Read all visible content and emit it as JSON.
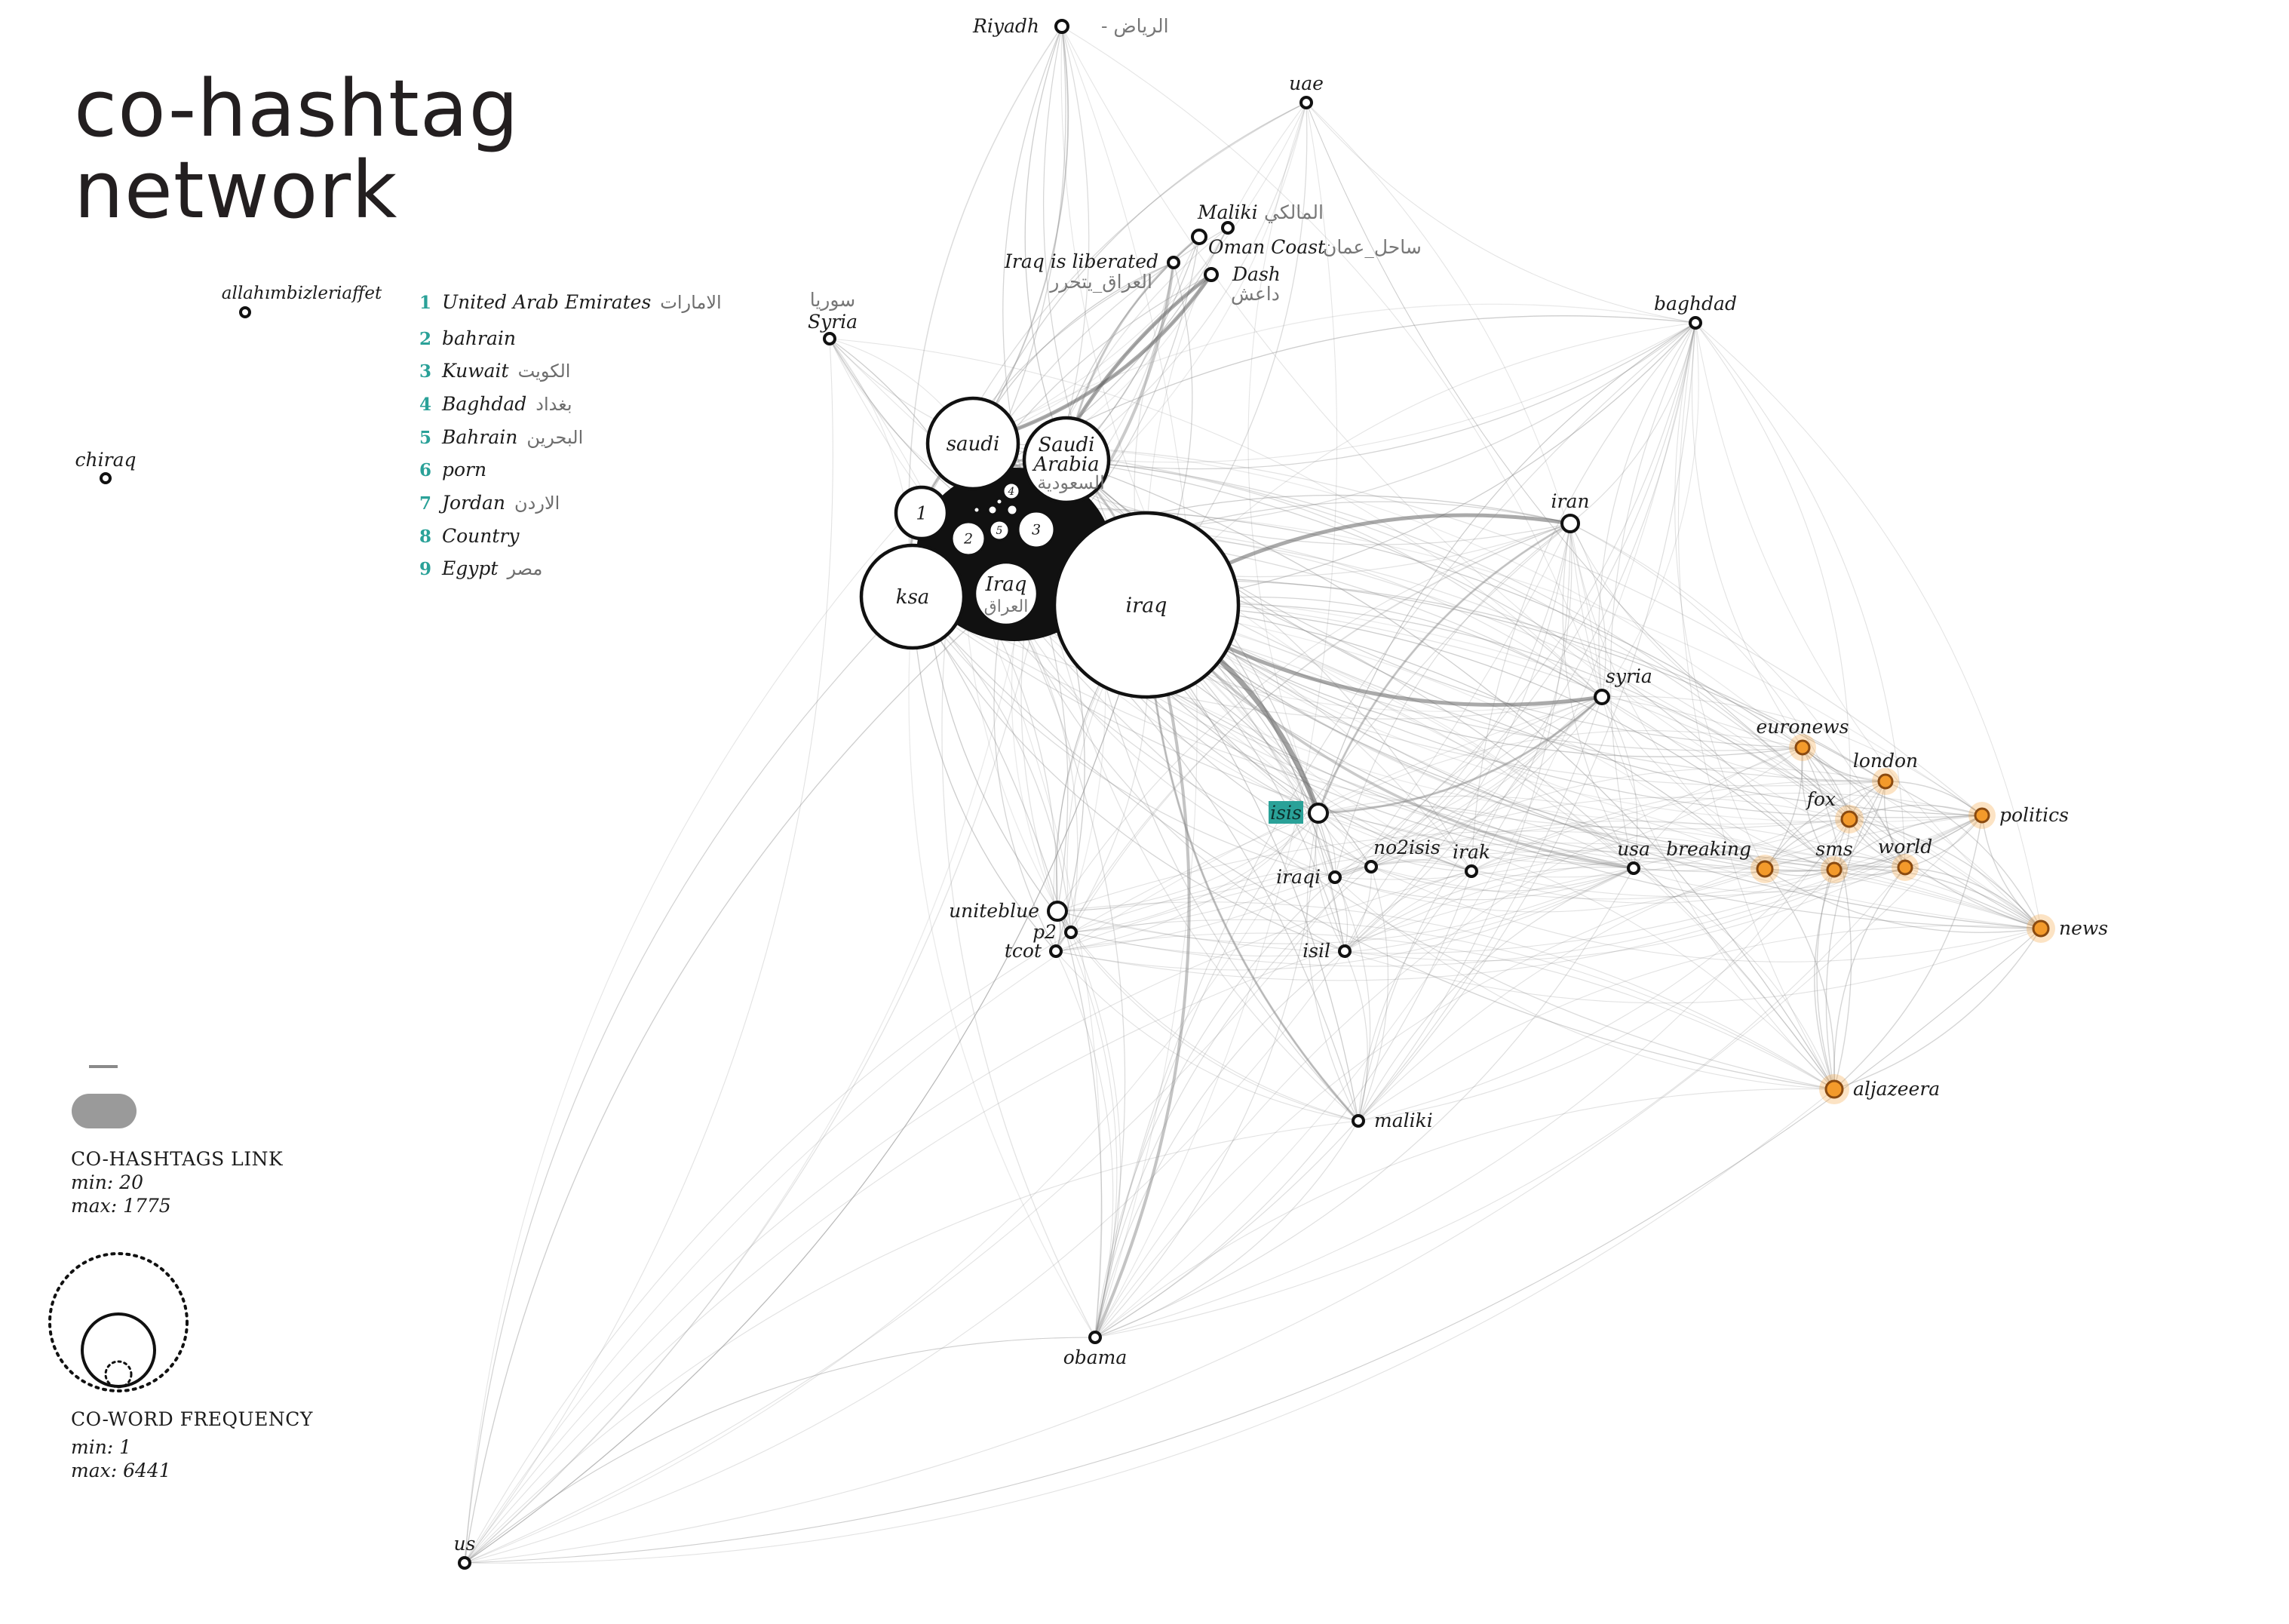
{
  "title": {
    "line1": "co-hashtag",
    "line2": "network"
  },
  "legend_numbers": [
    {
      "num": "1",
      "label": "United Arab Emirates",
      "ar": "الامارات"
    },
    {
      "num": "2",
      "label": "bahrain",
      "ar": ""
    },
    {
      "num": "3",
      "label": "Kuwait",
      "ar": "الكويت"
    },
    {
      "num": "4",
      "label": "Baghdad",
      "ar": "بغداد"
    },
    {
      "num": "5",
      "label": "Bahrain",
      "ar": "البحرين"
    },
    {
      "num": "6",
      "label": "porn",
      "ar": ""
    },
    {
      "num": "7",
      "label": "Jordan",
      "ar": "الاردن"
    },
    {
      "num": "8",
      "label": "Country",
      "ar": ""
    },
    {
      "num": "9",
      "label": "Egypt",
      "ar": "مصر"
    }
  ],
  "link_scale": {
    "heading": "CO-HASHTAGS LINK",
    "min": "min: 20",
    "max": "max: 1775"
  },
  "freq_scale": {
    "heading": "CO-WORD FREQUENCY",
    "min": "min: 1",
    "max": "max: 6441"
  },
  "colors": {
    "highlight": "#2aa198",
    "news_node": "#f39a2b",
    "edge": "#8a8a8a",
    "node_stroke": "#111111"
  },
  "nodes": [
    {
      "id": "riyadh",
      "label": "Riyadh",
      "ar": "- الرياض"
    },
    {
      "id": "uae",
      "label": "uae"
    },
    {
      "id": "maliki_ar",
      "label": "Maliki",
      "ar": "المالكي"
    },
    {
      "id": "oman",
      "label": "Oman Coast",
      "ar": "ساحل_عمان"
    },
    {
      "id": "liberated",
      "label": "Iraq is liberated",
      "ar": "العراق_يتحرر"
    },
    {
      "id": "dash",
      "label": "Dash",
      "ar": "داعش"
    },
    {
      "id": "syria_ar",
      "label": "Syria",
      "ar": "سوريا"
    },
    {
      "id": "baghdad",
      "label": "baghdad"
    },
    {
      "id": "allah",
      "label": "allahımbizleriaffet"
    },
    {
      "id": "chiraq",
      "label": "chiraq"
    },
    {
      "id": "saudi",
      "label": "saudi"
    },
    {
      "id": "saudiarabia",
      "label": "Saudi Arabia",
      "ar": "السعودية"
    },
    {
      "id": "n1",
      "label": "1"
    },
    {
      "id": "n2",
      "label": "2"
    },
    {
      "id": "n3",
      "label": "3"
    },
    {
      "id": "n4",
      "label": "4"
    },
    {
      "id": "n5",
      "label": "5"
    },
    {
      "id": "n6",
      "label": "6"
    },
    {
      "id": "n7",
      "label": "7"
    },
    {
      "id": "n8",
      "label": "8"
    },
    {
      "id": "n9",
      "label": "9"
    },
    {
      "id": "ksa",
      "label": "ksa"
    },
    {
      "id": "iraqAR",
      "label": "Iraq",
      "ar": "العراق"
    },
    {
      "id": "iraq",
      "label": "iraq"
    },
    {
      "id": "iran",
      "label": "iran"
    },
    {
      "id": "syria",
      "label": "syria"
    },
    {
      "id": "isis",
      "label": "isis"
    },
    {
      "id": "no2isis",
      "label": "no2isis"
    },
    {
      "id": "iraqi",
      "label": "iraqi"
    },
    {
      "id": "irak",
      "label": "irak"
    },
    {
      "id": "usa",
      "label": "usa"
    },
    {
      "id": "isil",
      "label": "isil"
    },
    {
      "id": "uniteblue",
      "label": "uniteblue"
    },
    {
      "id": "p2",
      "label": "p2"
    },
    {
      "id": "tcot",
      "label": "tcot"
    },
    {
      "id": "maliki",
      "label": "maliki"
    },
    {
      "id": "obama",
      "label": "obama"
    },
    {
      "id": "us",
      "label": "us"
    },
    {
      "id": "euronews",
      "label": "euronews"
    },
    {
      "id": "london",
      "label": "london"
    },
    {
      "id": "fox",
      "label": "fox"
    },
    {
      "id": "politics",
      "label": "politics"
    },
    {
      "id": "breaking",
      "label": "breaking"
    },
    {
      "id": "sms",
      "label": "sms"
    },
    {
      "id": "world",
      "label": "world"
    },
    {
      "id": "news",
      "label": "news"
    },
    {
      "id": "aljazeera",
      "label": "aljazeera"
    }
  ]
}
